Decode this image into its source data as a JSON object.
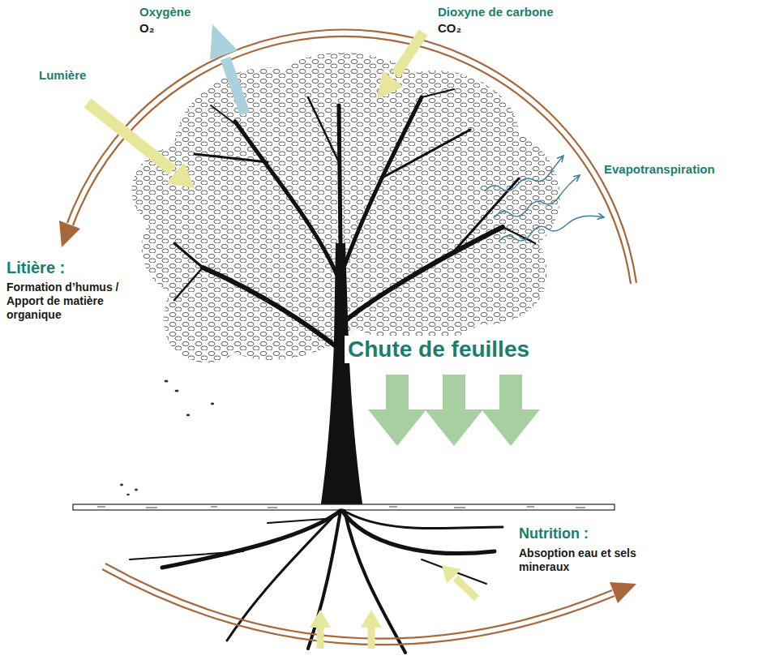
{
  "diagram": {
    "labels": [
      "Oxygène",
      "O₂",
      "Dioxyne de carbone",
      "CO₂",
      "Lumière",
      "Evapotranspiration",
      "Litière :",
      "Formation d’humus / Apport de matière organique",
      "Chute de feuilles",
      "Nutrition :",
      "Absoption eau et sels mineraux"
    ]
  }
}
